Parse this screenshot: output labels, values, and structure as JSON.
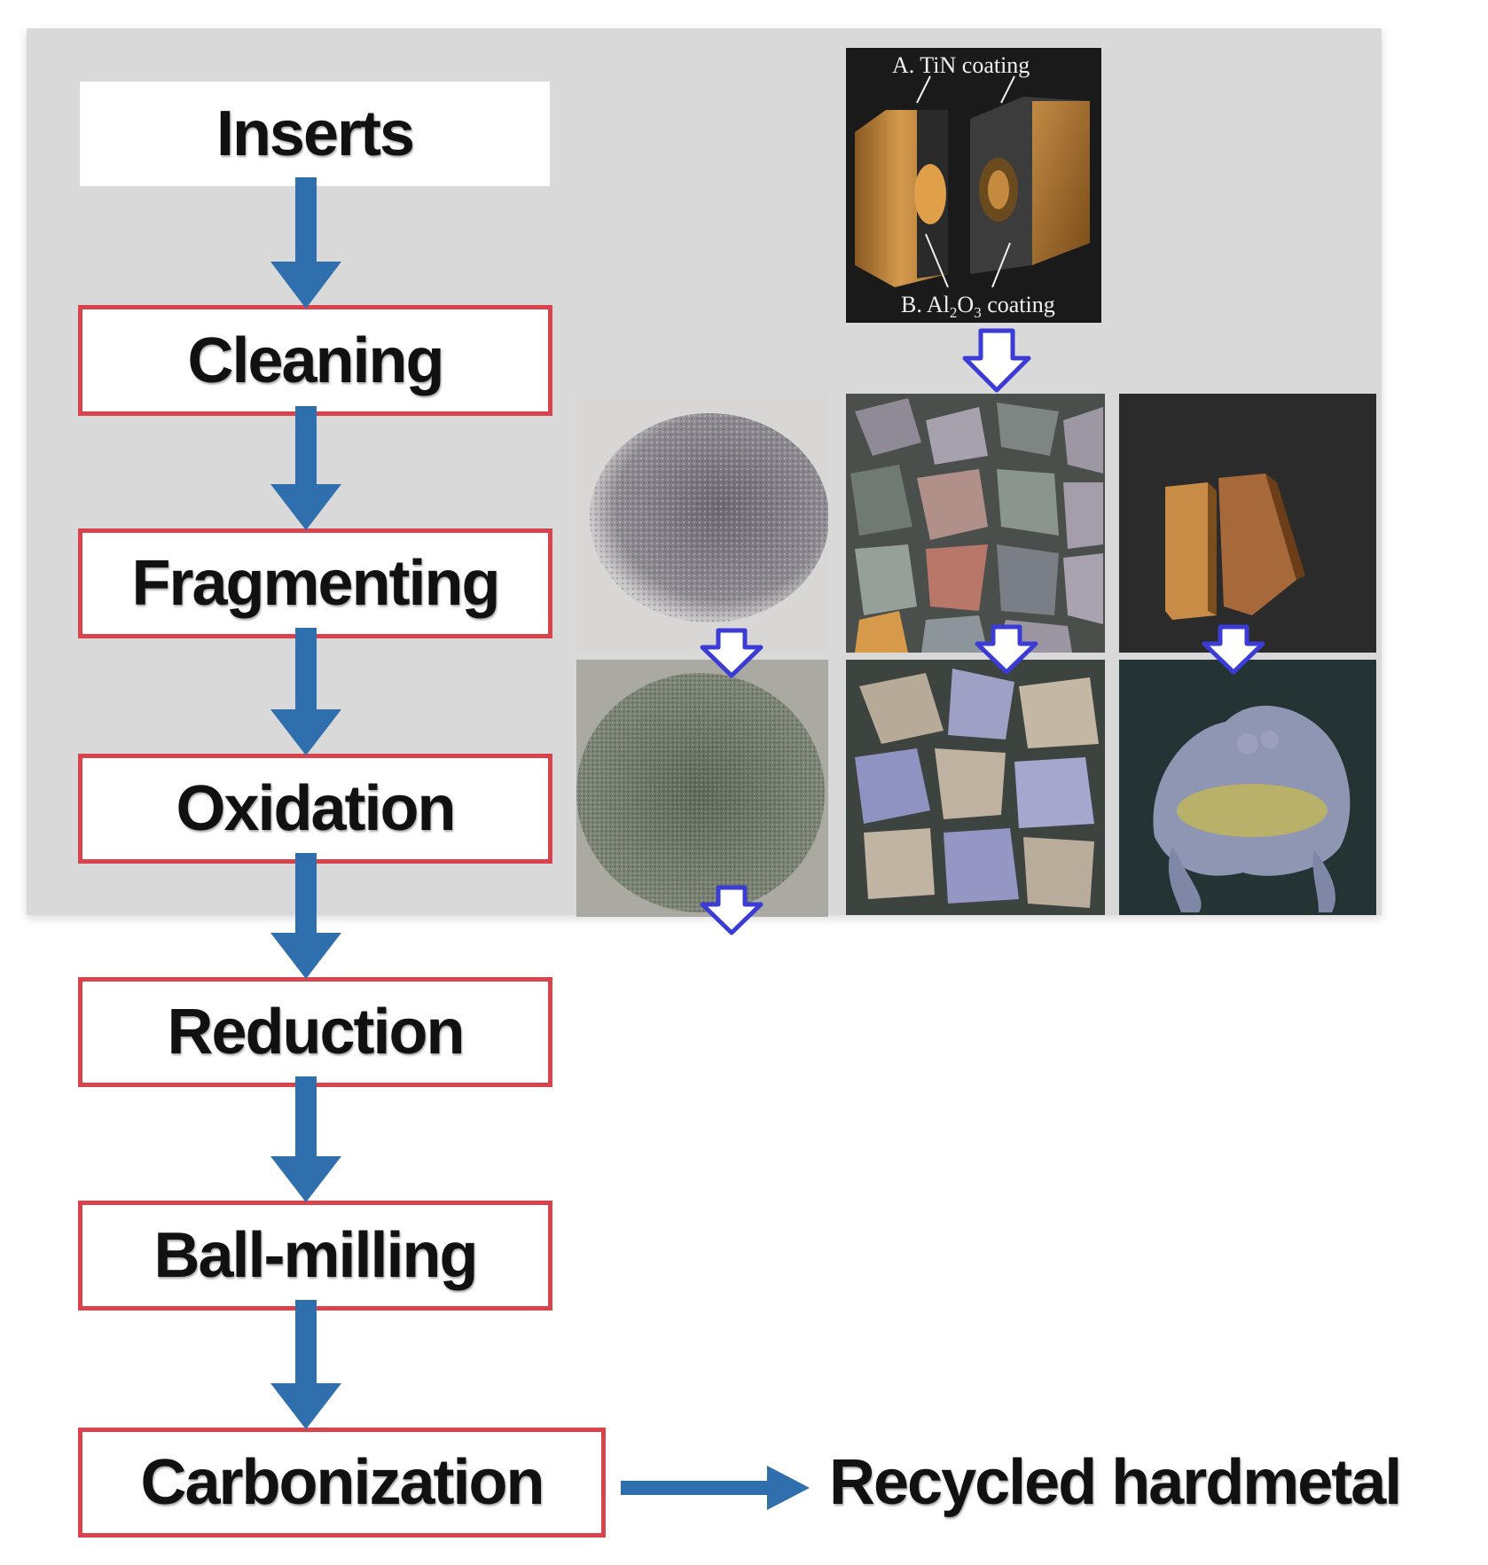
{
  "steps": [
    {
      "label": "Inserts"
    },
    {
      "label": "Cleaning"
    },
    {
      "label": "Fragmenting"
    },
    {
      "label": "Oxidation"
    },
    {
      "label": "Reduction"
    },
    {
      "label": "Ball-milling"
    },
    {
      "label": "Carbonization"
    }
  ],
  "result": {
    "label": "Recycled hardmetal"
  },
  "insert_photo": {
    "label_a": "A. TiN coating",
    "label_b_prefix": "B. Al",
    "label_b_sub1": "2",
    "label_b_mid": "O",
    "label_b_sub2": "3",
    "label_b_suffix": " coating"
  },
  "colors": {
    "step_border": "#d9434b",
    "flow_arrow": "#2f6fad",
    "photo_arrow": "#3b3bd6",
    "panel_bg": "#d9d9d9"
  }
}
